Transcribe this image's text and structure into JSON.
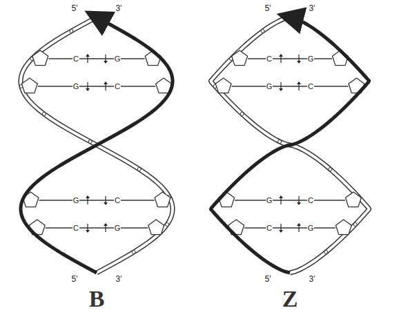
{
  "diagram": {
    "labels": [
      "5'",
      "3'",
      "5'",
      "3'",
      "C",
      "G",
      "G",
      "C",
      "G",
      "C",
      "C",
      "G",
      "C",
      "G",
      "G",
      "C",
      "G",
      "C",
      "C",
      "G",
      "5'",
      "3'",
      "5'",
      "3'",
      "B",
      "Z"
    ]
  }
}
